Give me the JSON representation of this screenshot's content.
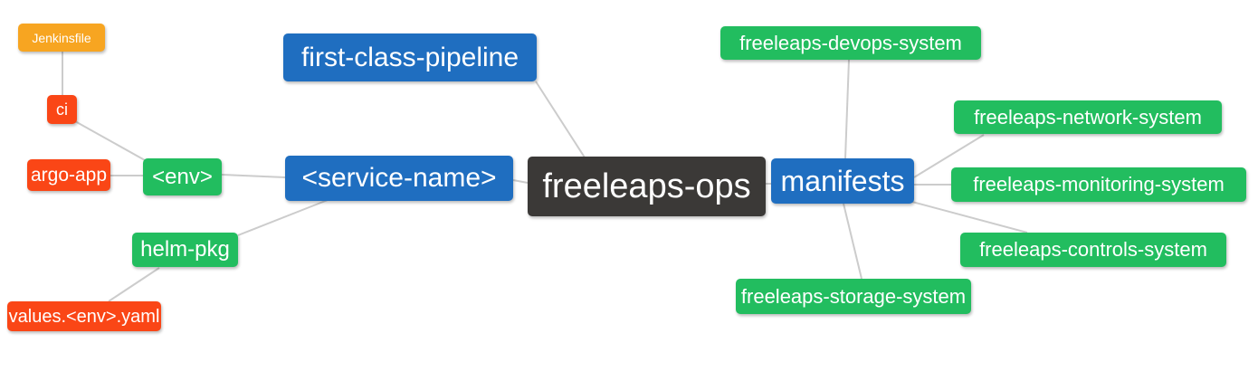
{
  "diagram": {
    "type": "mindmap",
    "colors": {
      "root": "#3b3937",
      "branch": "#1f6ec0",
      "green": "#22bd5f",
      "red": "#fa4616",
      "orange": "#f7a521",
      "line": "#cccccc",
      "text": "#ffffff",
      "background": "#ffffff"
    },
    "nodes": [
      {
        "id": "jenkinsfile",
        "label": "Jenkinsfile",
        "kind": "orange"
      },
      {
        "id": "ci",
        "label": "ci",
        "kind": "red"
      },
      {
        "id": "argo-app",
        "label": "argo-app",
        "kind": "red"
      },
      {
        "id": "env",
        "label": "<env>",
        "kind": "green"
      },
      {
        "id": "helm-pkg",
        "label": "helm-pkg",
        "kind": "green"
      },
      {
        "id": "values-env-yaml",
        "label": "values.<env>.yaml",
        "kind": "red"
      },
      {
        "id": "first-class-pipeline",
        "label": "first-class-pipeline",
        "kind": "branch"
      },
      {
        "id": "service-name",
        "label": "<service-name>",
        "kind": "branch"
      },
      {
        "id": "freeleaps-ops",
        "label": "freeleaps-ops",
        "kind": "root"
      },
      {
        "id": "manifests",
        "label": "manifests",
        "kind": "branch"
      },
      {
        "id": "freeleaps-devops-system",
        "label": "freeleaps-devops-system",
        "kind": "green"
      },
      {
        "id": "freeleaps-network-system",
        "label": "freeleaps-network-system",
        "kind": "green"
      },
      {
        "id": "freeleaps-monitoring-system",
        "label": "freeleaps-monitoring-system",
        "kind": "green"
      },
      {
        "id": "freeleaps-controls-system",
        "label": "freeleaps-controls-system",
        "kind": "green"
      },
      {
        "id": "freeleaps-storage-system",
        "label": "freeleaps-storage-system",
        "kind": "green"
      }
    ],
    "edges": [
      {
        "from": "jenkinsfile",
        "to": "ci"
      },
      {
        "from": "ci",
        "to": "env"
      },
      {
        "from": "argo-app",
        "to": "env"
      },
      {
        "from": "env",
        "to": "service-name"
      },
      {
        "from": "helm-pkg",
        "to": "service-name"
      },
      {
        "from": "values-env-yaml",
        "to": "helm-pkg"
      },
      {
        "from": "service-name",
        "to": "freeleaps-ops"
      },
      {
        "from": "first-class-pipeline",
        "to": "freeleaps-ops"
      },
      {
        "from": "freeleaps-ops",
        "to": "manifests"
      },
      {
        "from": "manifests",
        "to": "freeleaps-devops-system"
      },
      {
        "from": "manifests",
        "to": "freeleaps-network-system"
      },
      {
        "from": "manifests",
        "to": "freeleaps-monitoring-system"
      },
      {
        "from": "manifests",
        "to": "freeleaps-controls-system"
      },
      {
        "from": "manifests",
        "to": "freeleaps-storage-system"
      }
    ]
  }
}
